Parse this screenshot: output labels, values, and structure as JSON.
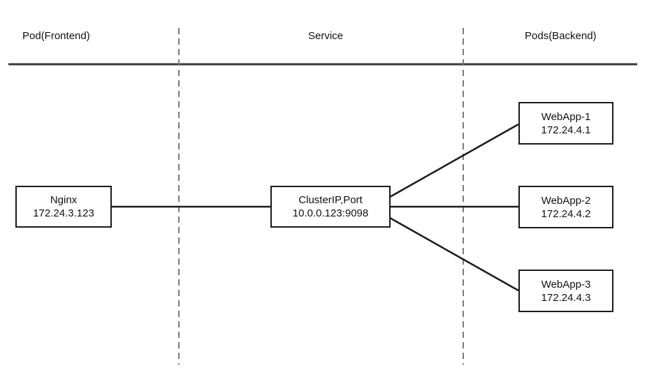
{
  "lanes": {
    "frontend": "Pod(Frontend)",
    "service": "Service",
    "backend": "Pods(Backend)"
  },
  "nodes": {
    "nginx": {
      "name": "Nginx",
      "ip": "172.24.3.123"
    },
    "service": {
      "name": "ClusterIP,Port",
      "address": "10.0.0.123:9098"
    },
    "webapps": [
      {
        "name": "WebApp-1",
        "ip": "172.24.4.1"
      },
      {
        "name": "WebApp-2",
        "ip": "172.24.4.2"
      },
      {
        "name": "WebApp-3",
        "ip": "172.24.4.3"
      }
    ]
  },
  "colors": {
    "line": "#1a1a1a",
    "divider": "#7a7a7a"
  }
}
